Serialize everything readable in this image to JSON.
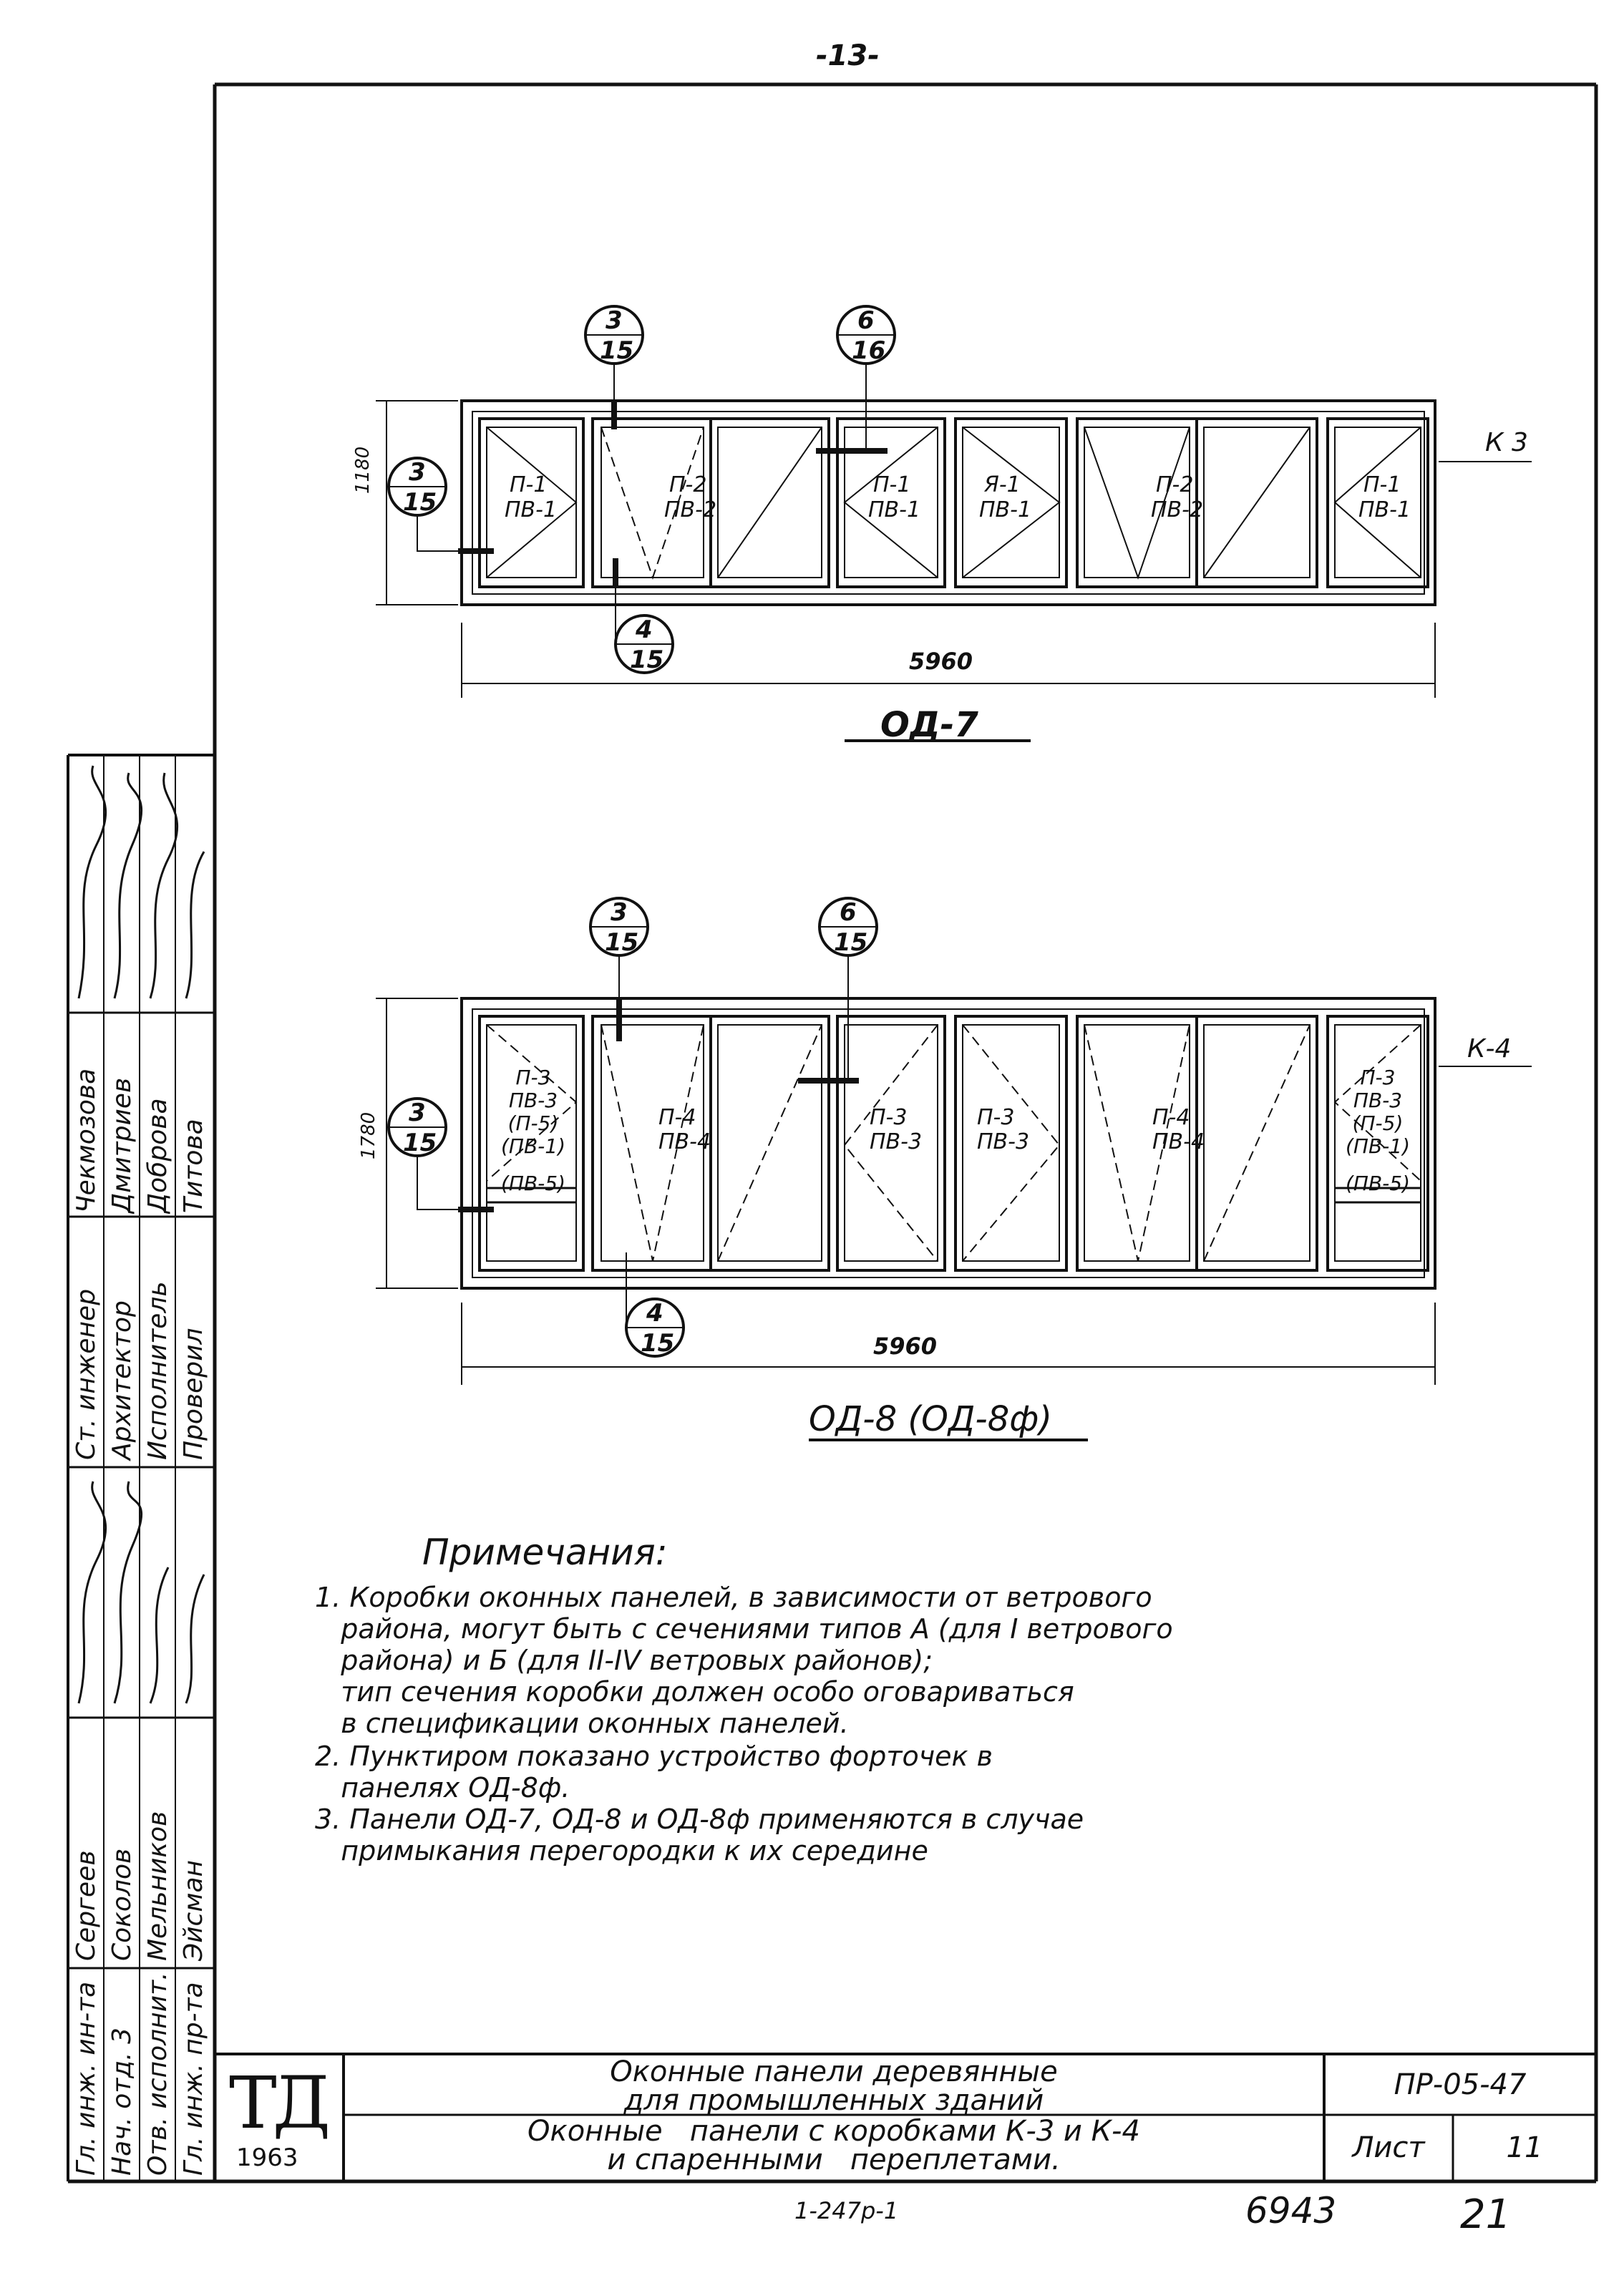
{
  "page_number": "-13-",
  "drawing_1": {
    "title": "ОД-7",
    "mark": "К 3",
    "width_dim": "5960",
    "height_dim": "1180",
    "callouts": [
      {
        "num": "3",
        "den": "15"
      },
      {
        "num": "6",
        "den": "16"
      },
      {
        "num": "3",
        "den": "15"
      },
      {
        "num": "4",
        "den": "15"
      }
    ],
    "panels": [
      {
        "top": "П-1",
        "bottom": "ПВ-1"
      },
      {
        "top": "П-2",
        "bottom": "ПВ-2"
      },
      {
        "top": "П-1",
        "bottom": "ПВ-1"
      },
      {
        "top": "Я-1",
        "bottom": "ПВ-1"
      },
      {
        "top": "П-2",
        "bottom": "ПВ-2"
      },
      {
        "top": "П-1",
        "bottom": "ПВ-1"
      }
    ]
  },
  "drawing_2": {
    "title": "ОД-8 (ОД-8ф)",
    "mark": "К-4",
    "width_dim": "5960",
    "height_dim": "1780",
    "callouts": [
      {
        "num": "3",
        "den": "15"
      },
      {
        "num": "6",
        "den": "15"
      },
      {
        "num": "3",
        "den": "15"
      },
      {
        "num": "4",
        "den": "15"
      }
    ],
    "panels": [
      {
        "lines": [
          "П-3",
          "ПВ-3",
          "(П-5)",
          "(ПВ-1)",
          "(ПВ-5)"
        ]
      },
      {
        "lines": [
          "П-4",
          "ПВ-4"
        ]
      },
      {
        "lines": [
          "П-3",
          "ПВ-3"
        ]
      },
      {
        "lines": [
          "П-3",
          "ПВ-3"
        ]
      },
      {
        "lines": [
          "П-4",
          "ПВ-4"
        ]
      },
      {
        "lines": [
          "П-3",
          "ПВ-3",
          "(П-5)",
          "(ПВ-1)",
          "(ПВ-5)"
        ]
      }
    ]
  },
  "notes": {
    "title": "Примечания:",
    "items": [
      "1. Коробки оконных панелей, в зависимости от ветрового\n   района, могут быть с сечениями типов А (для I ветрового\n   района) и Б (для II-IV ветровых районов);\n   тип сечения коробки должен особо оговариваться\n   в спецификации оконных панелей.",
      "2. Пунктиром показано устройство форточек в\n   панелях ОД-8ф.",
      "3. Панели ОД-7, ОД-8 и ОД-8ф применяются в случае\n   примыкания перегородки к их середине"
    ]
  },
  "title_block": {
    "logo": "ТД",
    "year": "1963",
    "title_main": "Оконные панели деревянные\nдля промышленных зданий",
    "title_sub": "Оконные   панели с коробками К-3 и К-4\nи спаренными   переплетами.",
    "code": "ПР-05-47",
    "sheet_label": "Лист",
    "sheet_number": "11"
  },
  "footer": {
    "series": "1-247р-1",
    "inv_number": "6943",
    "page": "21"
  },
  "stamp": {
    "roles": [
      "Гл. инж. ин-та",
      "Нач. отд. 3",
      "Отв. исполнит.",
      "Гл. инж. пр-та"
    ],
    "names": [
      "Сергеев",
      "Соколов",
      "Мельников",
      "Эйсман"
    ],
    "roles2": [
      "Ст. инженер",
      "Архитектор",
      "Исполнитель",
      "Проверил"
    ],
    "names2": [
      "Чекмозова",
      "Дмитриев",
      "Доброва",
      "Титова"
    ]
  }
}
